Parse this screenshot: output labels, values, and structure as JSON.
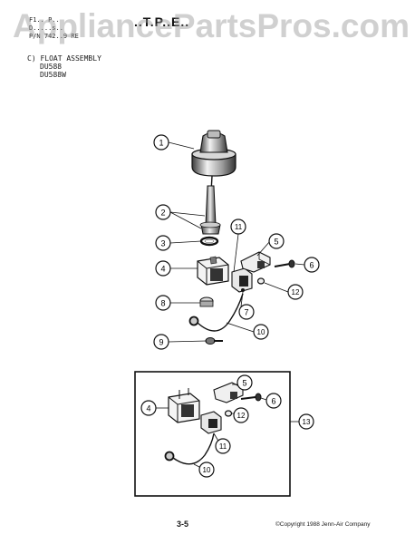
{
  "watermark": "AppliancePartsPros.com",
  "header": {
    "line1": "F1..  P..",
    "line2": "D.....s..",
    "line3": "P/N 742..9 RE",
    "title": "..T.P..E.."
  },
  "section": {
    "title": "C) FLOAT ASSEMBLY",
    "model1": "DU588",
    "model2": "DU588W"
  },
  "callouts": {
    "c1": "1",
    "c2": "2",
    "c3": "3",
    "c4": "4",
    "c5": "5",
    "c6": "6",
    "c7": "7",
    "c8": "8",
    "c9": "9",
    "c10": "10",
    "c11": "11",
    "c12": "12",
    "i4": "4",
    "i5": "5",
    "i6": "6",
    "i10": "10",
    "i11": "11",
    "i12": "12",
    "i13": "13"
  },
  "footer": {
    "page": "3-5",
    "copyright": "©Copyright 1988 Jenn-Air Company"
  }
}
